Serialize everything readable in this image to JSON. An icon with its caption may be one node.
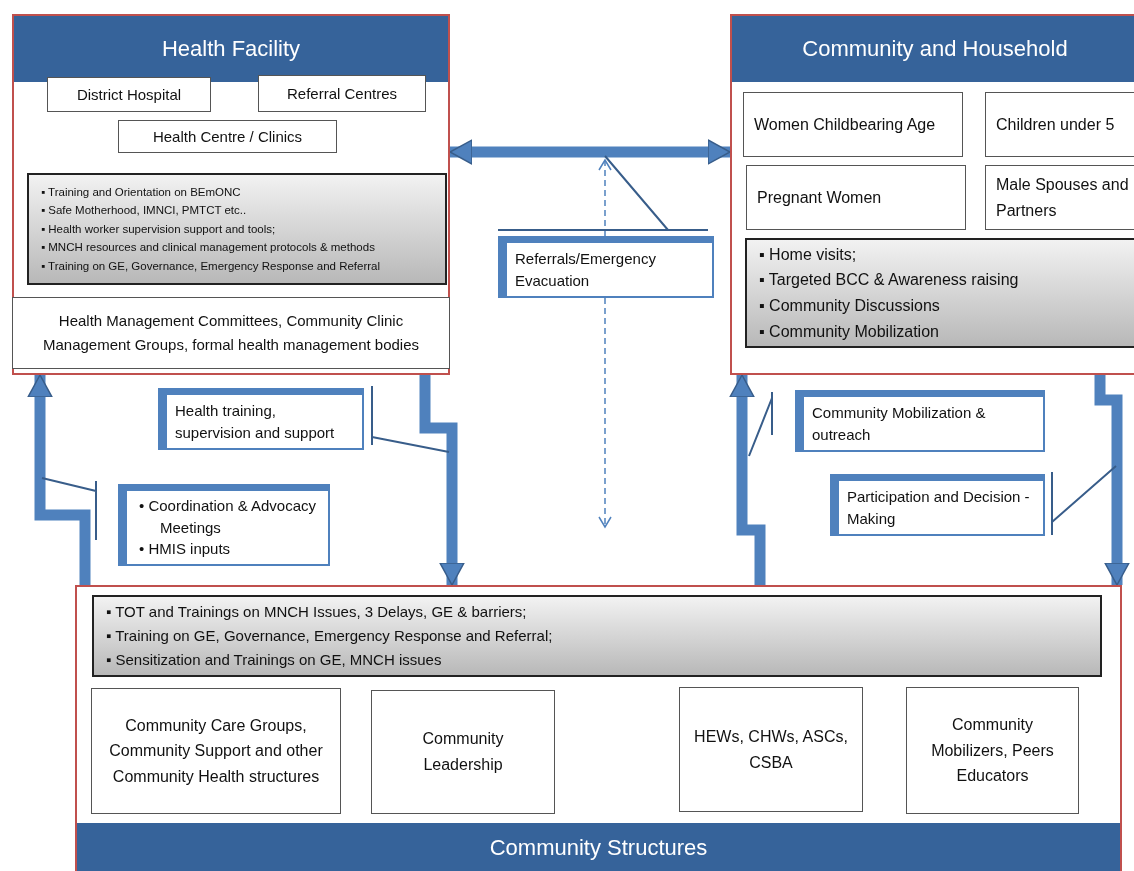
{
  "diagram": {
    "nodes": [
      {
        "text": [
          "Health Facility"
        ]
      },
      {
        "text": [
          "District Hospital"
        ],
        "in": 0
      },
      {
        "text": [
          "Referral Centres"
        ],
        "in": 0
      },
      {
        "text": [
          "Health Centre / Clinics"
        ],
        "in": 0
      },
      {
        "text": [
          "▪ Training and Orientation on BEmONC",
          "▪ Safe Motherhood, IMNCI, PMTCT etc..",
          "▪ Health worker supervision support and tools;",
          "▪ MNCH resources and clinical management protocols & methods",
          "▪ Training on GE, Governance, Emergency Response and Referral"
        ],
        "in": 0
      },
      {
        "text": [
          "Health Management Committees, Community Clinic Management Groups, formal health management bodies"
        ],
        "in": 0
      },
      {
        "text": [
          "Community and Household"
        ]
      },
      {
        "text": [
          "Women Childbearing Age"
        ],
        "in": 6
      },
      {
        "text": [
          "Children under 5"
        ],
        "in": 6
      },
      {
        "text": [
          "Pregnant Women"
        ],
        "in": 6
      },
      {
        "text": [
          "Male Spouses and Partners"
        ],
        "in": 6
      },
      {
        "text": [
          "▪ Home visits;",
          "▪ Targeted BCC & Awareness raising",
          "▪ Community Discussions",
          "▪ Community Mobilization"
        ],
        "in": 6
      },
      {
        "text": [
          "Referrals/Emergency Evacuation"
        ]
      },
      {
        "text": [
          "Health training, supervision and support"
        ]
      },
      {
        "text": [
          "• Coordination & Advocacy Meetings",
          "• HMIS inputs"
        ]
      },
      {
        "text": [
          "Community Mobilization & outreach"
        ]
      },
      {
        "text": [
          "Participation and Decision -Making"
        ]
      },
      {
        "text": [
          "Community Structures"
        ]
      },
      {
        "text": [
          "▪ TOT and Trainings on MNCH Issues, 3 Delays, GE & barriers;",
          "▪ Training on GE, Governance, Emergency Response and Referral;",
          "▪ Sensitization and Trainings on GE, MNCH issues"
        ],
        "in": 17
      },
      {
        "text": [
          "Community Care Groups, Community Support and other Community Health structures"
        ],
        "in": 17
      },
      {
        "text": [
          "Community Leadership"
        ],
        "in": 17
      },
      {
        "text": [
          "HEWs, CHWs, ASCs, CSBA"
        ],
        "in": 17
      },
      {
        "text": [
          "Community Mobilizers, Peers Educators"
        ],
        "in": 17
      }
    ],
    "edges": [
      {
        "from": 17,
        "to": 0,
        "arrow": "to",
        "style": "thick"
      },
      {
        "from": 0,
        "to": 17,
        "arrow": "to",
        "style": "thick"
      },
      {
        "from": 0,
        "to": 6,
        "arrow": "both",
        "style": "thick"
      },
      {
        "from": 12,
        "to": null,
        "arrow": "to",
        "style": "dashed"
      },
      {
        "from": 12,
        "to": null,
        "arrow": "to",
        "style": "dashed"
      },
      {
        "from": 17,
        "to": 6,
        "arrow": "to",
        "style": "thick"
      },
      {
        "from": 6,
        "to": 17,
        "arrow": "to",
        "style": "thick"
      },
      {
        "from": 12,
        "to": null,
        "arrow": "none"
      },
      {
        "from": 13,
        "to": null,
        "arrow": "none"
      },
      {
        "from": 14,
        "to": null,
        "arrow": "none"
      },
      {
        "from": 15,
        "to": null,
        "arrow": "none"
      },
      {
        "from": 16,
        "to": null,
        "arrow": "none"
      }
    ]
  }
}
